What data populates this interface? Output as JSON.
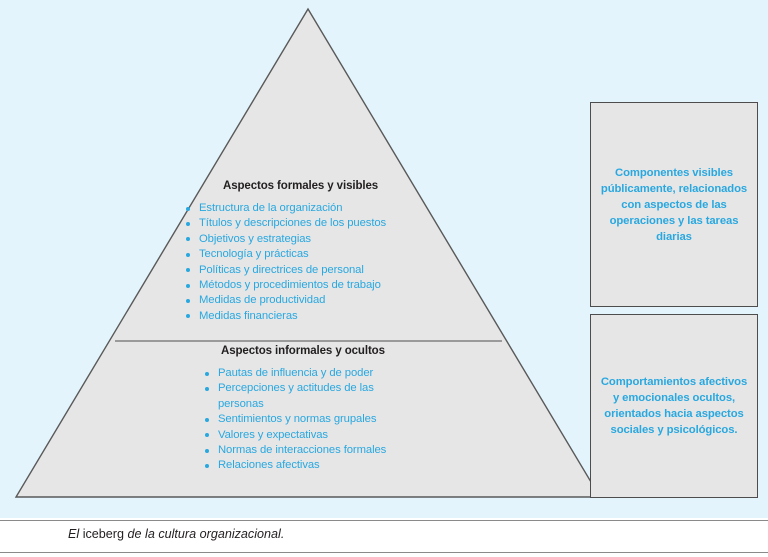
{
  "figure": {
    "caption_prefix": "El ",
    "caption_roman": "iceberg",
    "caption_suffix": " de la cultura organizacional.",
    "background_color": "#e3f4fc",
    "accent_color": "#29a8e0",
    "pyramid_fill": "#e6e6e6",
    "pyramid_stroke": "#4d4d4d"
  },
  "pyramid": {
    "upper": {
      "heading": "Aspectos formales y visibles",
      "items": [
        "Estructura de la organización",
        "Títulos y descripciones de los puestos",
        "Objetivos y estrategias",
        "Tecnología y prácticas",
        "Políticas y directrices de personal",
        "Métodos y procedimientos de trabajo",
        "Medidas de productividad",
        "Medidas financieras"
      ]
    },
    "lower": {
      "heading": "Aspectos informales y ocultos",
      "items": [
        "Pautas de influencia y de poder",
        "Percepciones y actitudes de las personas",
        "Sentimientos y normas grupales",
        "Valores y expectativas",
        "Normas de interacciones formales",
        "Relaciones afectivas"
      ]
    }
  },
  "side_boxes": [
    {
      "id": "visible-components",
      "text": "Componentes visibles públicamente, relacionados con aspectos de las operaciones y las tareas diarias"
    },
    {
      "id": "hidden-behaviors",
      "text": "Comportamientos afectivos y emocionales ocultos, orientados hacia aspectos sociales y psicológicos."
    }
  ]
}
